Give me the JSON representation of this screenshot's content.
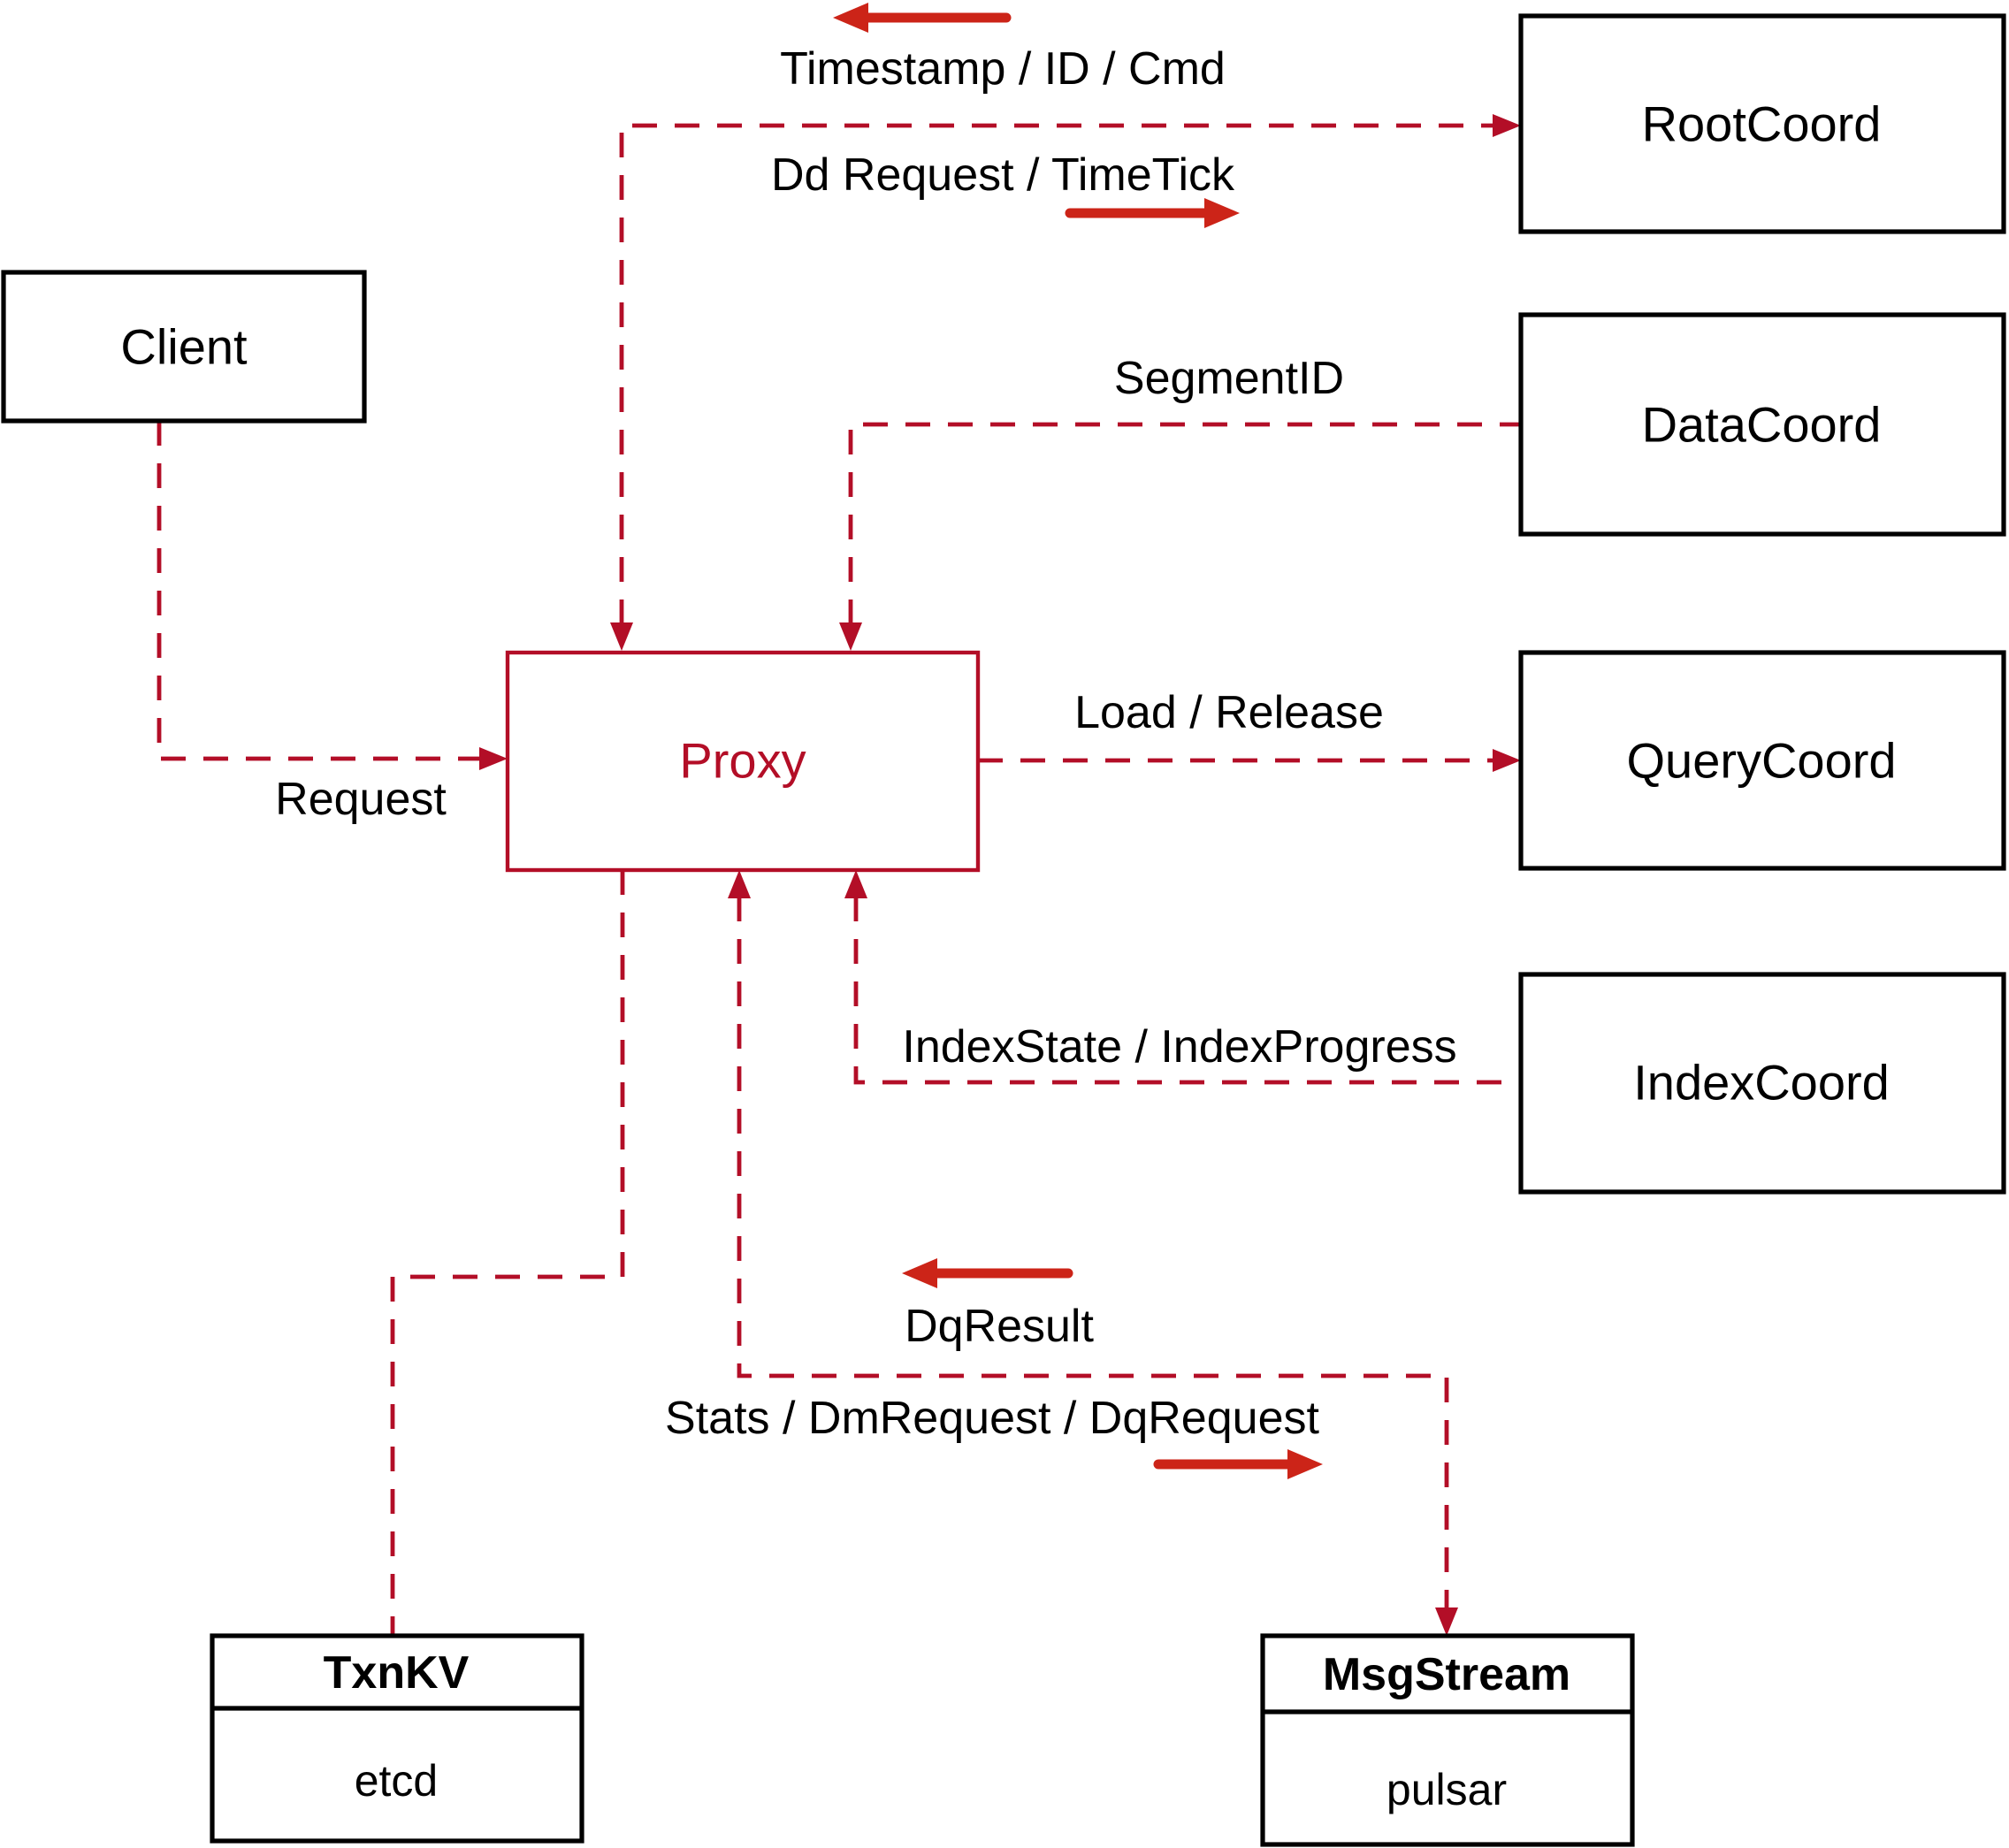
{
  "diagram": {
    "title_hint": "Milvus proxy architecture diagram",
    "colors": {
      "connector_red": "#b30e27",
      "annotation_arrow_red": "#cc2418",
      "box_border_black": "#000000",
      "background": "#ffffff"
    },
    "nodes": {
      "client": {
        "label": "Client"
      },
      "proxy": {
        "label": "Proxy"
      },
      "root_coord": {
        "label": "RootCoord"
      },
      "data_coord": {
        "label": "DataCoord"
      },
      "query_coord": {
        "label": "QueryCoord"
      },
      "index_coord": {
        "label": "IndexCoord"
      },
      "txn_kv": {
        "title": "TxnKV",
        "subtitle": "etcd"
      },
      "msg_stream": {
        "title": "MsgStream",
        "subtitle": "pulsar"
      }
    },
    "edge_labels": {
      "timestamp_id_cmd": "Timestamp / ID / Cmd",
      "dd_request_timetick": "Dd Request / TimeTick",
      "segment_id": "SegmentID",
      "request": "Request",
      "load_release": "Load / Release",
      "index_state_progress": "IndexState / IndexProgress",
      "dq_result": "DqResult",
      "stats_dm_dq_request": "Stats / DmRequest / DqRequest"
    }
  }
}
